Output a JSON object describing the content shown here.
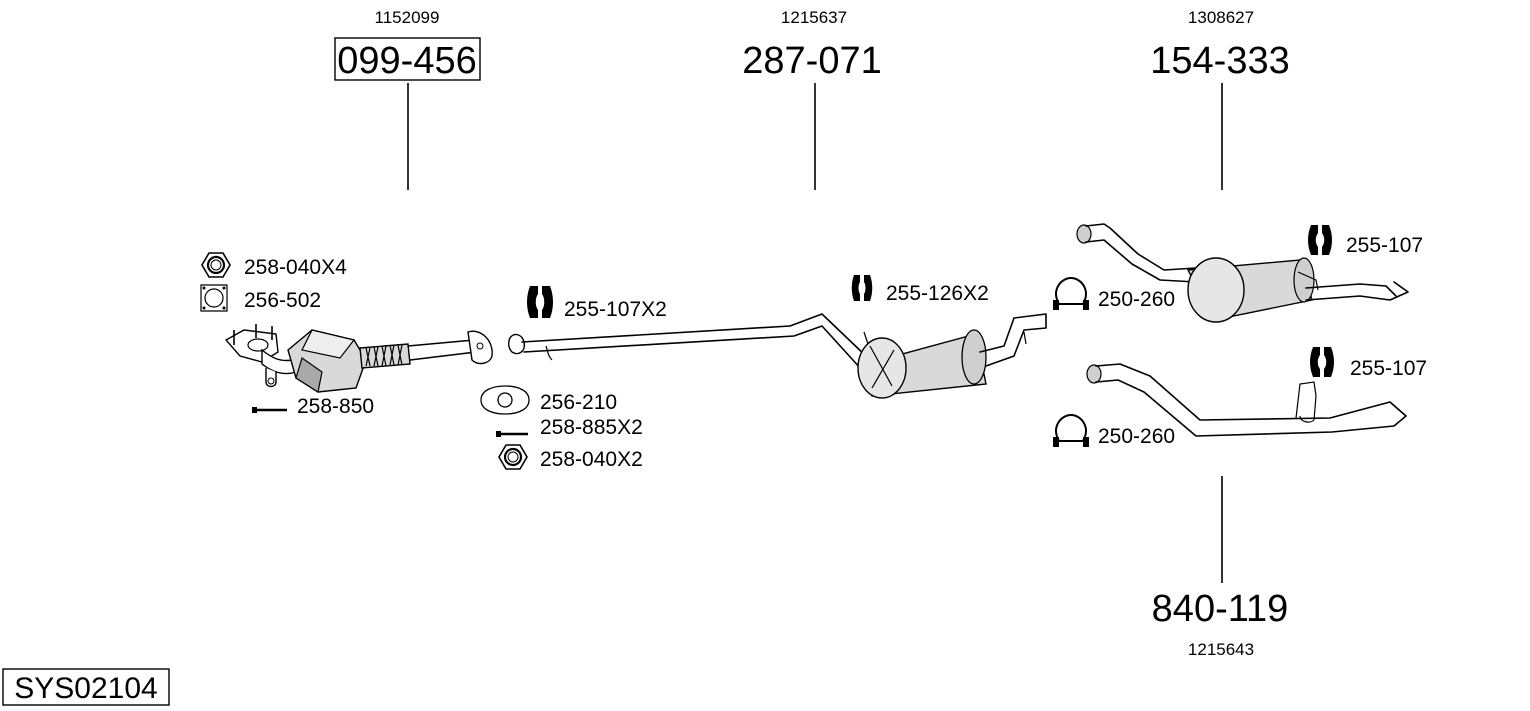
{
  "sections": [
    {
      "oe": "1152099",
      "part": "099-456"
    },
    {
      "oe": "1215637",
      "part": "287-071"
    },
    {
      "oe": "1308627",
      "part": "154-333"
    },
    {
      "oe": "1215643",
      "part": "840-119"
    }
  ],
  "labels": {
    "l_258_040x4": "258-040X4",
    "l_256_502": "256-502",
    "l_258_850": "258-850",
    "l_255_107x2": "255-107X2",
    "l_256_210": "256-210",
    "l_258_885x2": "258-885X2",
    "l_258_040x2": "258-040X2",
    "l_255_126x2": "255-126X2",
    "l_250_260_a": "250-260",
    "l_250_260_b": "250-260",
    "l_255_107_a": "255-107",
    "l_255_107_b": "255-107"
  },
  "system_code": "SYS02104",
  "icons": [
    "hex-nut-icon",
    "flange-gasket-icon",
    "bolt-icon",
    "rubber-hanger-icon",
    "pipe-clamp-icon",
    "oval-gasket-icon"
  ]
}
